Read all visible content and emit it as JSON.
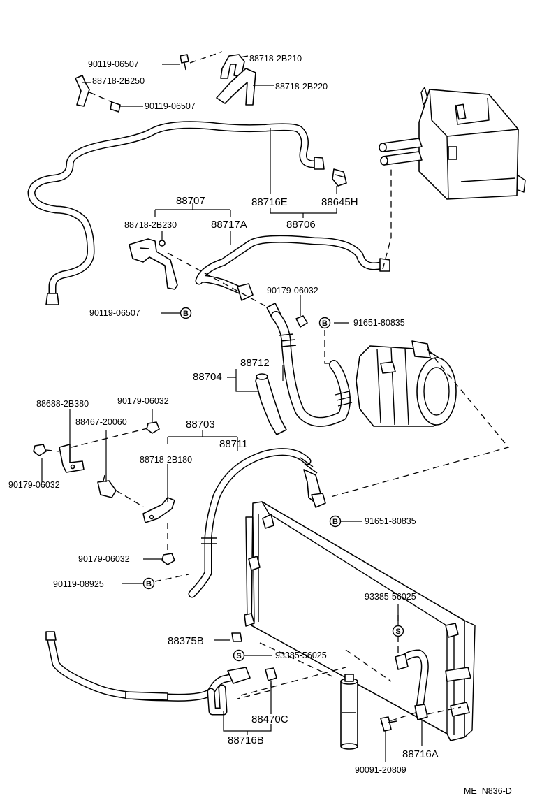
{
  "diagram": {
    "code": "ME  N836-D",
    "labels": {
      "p1": "90119-06507",
      "p2": "88718-2B210",
      "p3": "88718-2B250",
      "p4": "88718-2B220",
      "p5": "90119-06507",
      "p6": "88716E",
      "p7": "88645H",
      "p8": "88707",
      "p9": "88706",
      "p10": "88718-2B230",
      "p11": "88717A",
      "p12": "90119-06507",
      "p13": "90179-06032",
      "p14": "91651-80835",
      "p15": "88712",
      "p16": "88704",
      "p17": "88688-2B380",
      "p18": "90179-06032",
      "p19": "88467-20060",
      "p20": "88703",
      "p21": "88711",
      "p22": "88718-2B180",
      "p23": "90179-06032",
      "p24": "91651-80835",
      "p25": "90179-06032",
      "p26": "90119-08925",
      "p27": "93385-56025",
      "p28": "88375B",
      "p29": "93385-56025",
      "p30": "88470C",
      "p31": "88716B",
      "p32": "88716A",
      "p33": "90091-20809"
    },
    "badges": {
      "b": "B",
      "s": "S"
    }
  }
}
